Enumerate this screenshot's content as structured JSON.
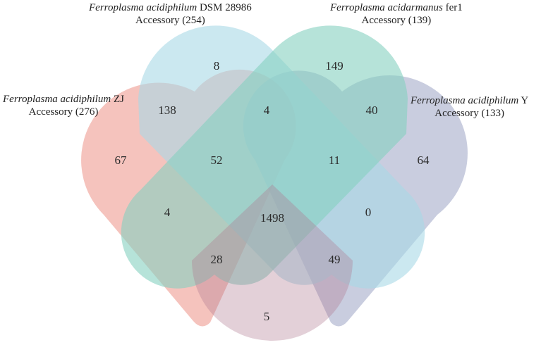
{
  "sets": [
    {
      "id": "A",
      "species": "Ferroplasma acidiphilum",
      "strain": "DSM 28986",
      "accessory": "Accessory (254)",
      "color": "#a8d8e6"
    },
    {
      "id": "B",
      "species": "Ferroplasma acidarmanus",
      "strain": "fer1",
      "accessory": "Accessory (139)",
      "color": "#86d1c0"
    },
    {
      "id": "C",
      "species": "Ferroplasma acidiphilum",
      "strain": "ZJ",
      "accessory": "Accessory (276)",
      "color": "#ef9e95"
    },
    {
      "id": "D",
      "species": "Ferroplasma acidiphilum",
      "strain": "Y",
      "accessory": "Accessory (133)",
      "color": "#a8afcc"
    }
  ],
  "regions": [
    {
      "sets": "A",
      "count": "8"
    },
    {
      "sets": "B",
      "count": "149"
    },
    {
      "sets": "C",
      "count": "67"
    },
    {
      "sets": "D",
      "count": "64"
    },
    {
      "sets": "A,C",
      "count": "138"
    },
    {
      "sets": "A,B",
      "count": "4"
    },
    {
      "sets": "B,D",
      "count": "40"
    },
    {
      "sets": "A,B,C",
      "count": "52"
    },
    {
      "sets": "A,B,D",
      "count": "11"
    },
    {
      "sets": "C,D",
      "count": "4"
    },
    {
      "sets": "A,B,C,D",
      "count": "1498"
    },
    {
      "sets": "A,D",
      "count": "0"
    },
    {
      "sets": "A,C,D",
      "count": "28"
    },
    {
      "sets": "B,C,D",
      "count": "49"
    },
    {
      "sets": "B,C",
      "count": "5"
    }
  ]
}
